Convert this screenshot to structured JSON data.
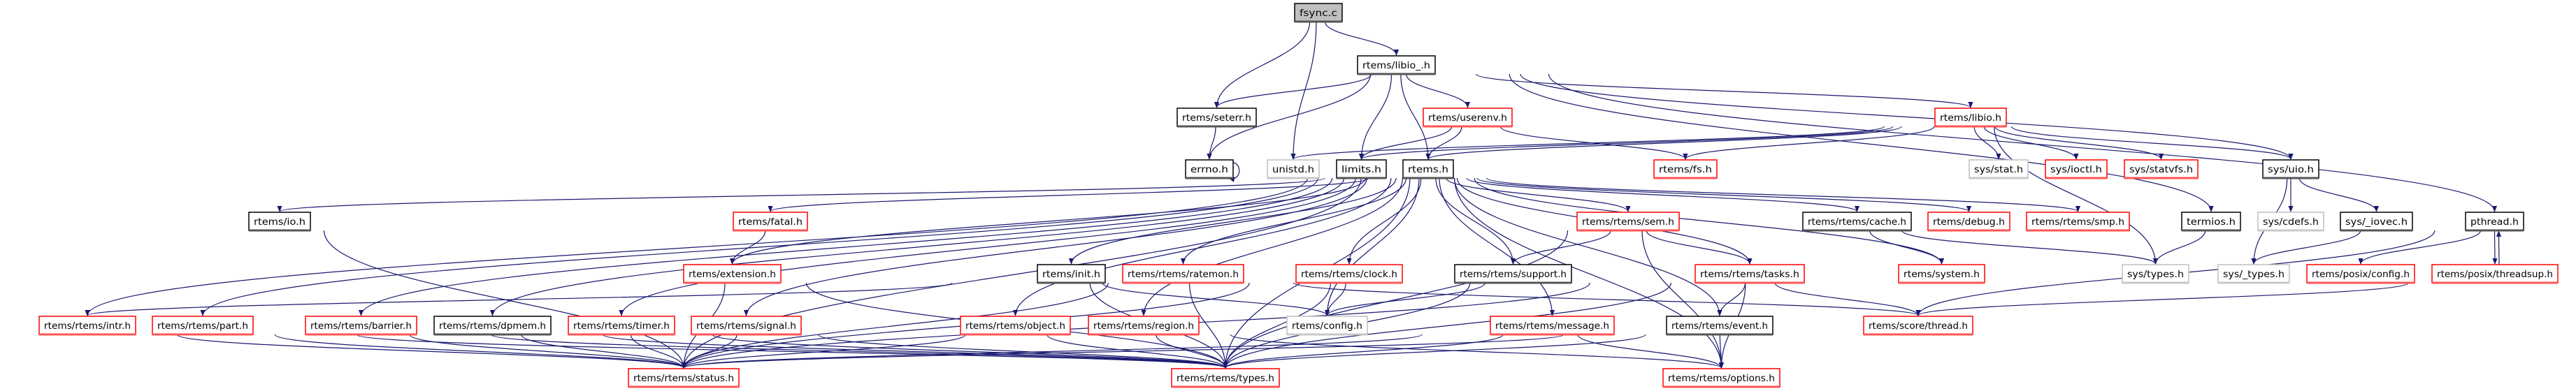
{
  "graph": {
    "colors": {
      "edge": "#191970",
      "root_fill": "#bfbfbf",
      "documented_border": "#000000",
      "incomplete_border": "#ff0000",
      "external_border": "#bfbfbf"
    },
    "nodes": [
      {
        "label": "fsync.c",
        "kind": "root"
      },
      {
        "label": "rtems/libio_.h",
        "kind": "documented"
      },
      {
        "label": "rtems/seterr.h",
        "kind": "documented"
      },
      {
        "label": "rtems/userenv.h",
        "kind": "incomplete"
      },
      {
        "label": "rtems/libio.h",
        "kind": "incomplete"
      },
      {
        "label": "errno.h",
        "kind": "documented"
      },
      {
        "label": "unistd.h",
        "kind": "external"
      },
      {
        "label": "limits.h",
        "kind": "documented"
      },
      {
        "label": "rtems.h",
        "kind": "documented"
      },
      {
        "label": "rtems/fs.h",
        "kind": "incomplete"
      },
      {
        "label": "sys/stat.h",
        "kind": "external"
      },
      {
        "label": "sys/ioctl.h",
        "kind": "incomplete"
      },
      {
        "label": "sys/statvfs.h",
        "kind": "incomplete"
      },
      {
        "label": "sys/uio.h",
        "kind": "documented"
      },
      {
        "label": "rtems/io.h",
        "kind": "documented"
      },
      {
        "label": "rtems/fatal.h",
        "kind": "incomplete"
      },
      {
        "label": "rtems/rtems/sem.h",
        "kind": "incomplete"
      },
      {
        "label": "rtems/rtems/cache.h",
        "kind": "documented"
      },
      {
        "label": "rtems/debug.h",
        "kind": "incomplete"
      },
      {
        "label": "rtems/rtems/smp.h",
        "kind": "incomplete"
      },
      {
        "label": "termios.h",
        "kind": "documented"
      },
      {
        "label": "sys/cdefs.h",
        "kind": "external"
      },
      {
        "label": "sys/_iovec.h",
        "kind": "documented"
      },
      {
        "label": "pthread.h",
        "kind": "documented"
      },
      {
        "label": "rtems/extension.h",
        "kind": "incomplete"
      },
      {
        "label": "rtems/init.h",
        "kind": "documented"
      },
      {
        "label": "rtems/rtems/ratemon.h",
        "kind": "incomplete"
      },
      {
        "label": "rtems/rtems/clock.h",
        "kind": "incomplete"
      },
      {
        "label": "rtems/rtems/support.h",
        "kind": "documented"
      },
      {
        "label": "rtems/rtems/tasks.h",
        "kind": "incomplete"
      },
      {
        "label": "rtems/system.h",
        "kind": "incomplete"
      },
      {
        "label": "sys/types.h",
        "kind": "external"
      },
      {
        "label": "sys/_types.h",
        "kind": "external"
      },
      {
        "label": "rtems/posix/config.h",
        "kind": "incomplete"
      },
      {
        "label": "rtems/posix/threadsup.h",
        "kind": "incomplete"
      },
      {
        "label": "rtems/rtems/intr.h",
        "kind": "incomplete"
      },
      {
        "label": "rtems/rtems/part.h",
        "kind": "incomplete"
      },
      {
        "label": "rtems/rtems/barrier.h",
        "kind": "incomplete"
      },
      {
        "label": "rtems/rtems/dpmem.h",
        "kind": "documented"
      },
      {
        "label": "rtems/rtems/timer.h",
        "kind": "incomplete"
      },
      {
        "label": "rtems/rtems/signal.h",
        "kind": "incomplete"
      },
      {
        "label": "rtems/rtems/object.h",
        "kind": "incomplete"
      },
      {
        "label": "rtems/rtems/region.h",
        "kind": "incomplete"
      },
      {
        "label": "rtems/config.h",
        "kind": "external"
      },
      {
        "label": "rtems/rtems/message.h",
        "kind": "incomplete"
      },
      {
        "label": "rtems/rtems/event.h",
        "kind": "documented"
      },
      {
        "label": "rtems/score/thread.h",
        "kind": "incomplete"
      },
      {
        "label": "rtems/rtems/status.h",
        "kind": "incomplete"
      },
      {
        "label": "rtems/rtems/types.h",
        "kind": "incomplete"
      },
      {
        "label": "rtems/rtems/options.h",
        "kind": "incomplete"
      }
    ],
    "edges": [
      [
        0,
        2
      ],
      [
        0,
        6
      ],
      [
        0,
        1
      ],
      [
        1,
        2
      ],
      [
        1,
        5
      ],
      [
        1,
        7
      ],
      [
        1,
        8
      ],
      [
        1,
        3
      ],
      [
        1,
        4
      ],
      [
        1,
        13
      ],
      [
        1,
        23
      ],
      [
        1,
        20
      ],
      [
        2,
        5
      ],
      [
        5,
        5
      ],
      [
        3,
        7
      ],
      [
        3,
        8
      ],
      [
        3,
        9
      ],
      [
        4,
        6
      ],
      [
        4,
        7
      ],
      [
        4,
        8
      ],
      [
        4,
        9
      ],
      [
        4,
        10
      ],
      [
        4,
        11
      ],
      [
        4,
        12
      ],
      [
        4,
        13
      ],
      [
        4,
        31
      ],
      [
        13,
        21
      ],
      [
        13,
        22
      ],
      [
        13,
        32
      ],
      [
        20,
        31
      ],
      [
        22,
        32
      ],
      [
        23,
        33
      ],
      [
        23,
        34
      ],
      [
        23,
        46
      ],
      [
        34,
        23
      ],
      [
        34,
        46
      ],
      [
        8,
        14
      ],
      [
        8,
        15
      ],
      [
        8,
        24
      ],
      [
        8,
        35
      ],
      [
        8,
        36
      ],
      [
        8,
        37
      ],
      [
        8,
        38
      ],
      [
        8,
        39
      ],
      [
        8,
        40
      ],
      [
        8,
        25
      ],
      [
        8,
        26
      ],
      [
        8,
        41
      ],
      [
        8,
        42
      ],
      [
        8,
        27
      ],
      [
        8,
        43
      ],
      [
        8,
        28
      ],
      [
        8,
        16
      ],
      [
        8,
        44
      ],
      [
        8,
        29
      ],
      [
        8,
        45
      ],
      [
        8,
        17
      ],
      [
        8,
        18
      ],
      [
        8,
        19
      ],
      [
        8,
        30
      ],
      [
        8,
        48
      ],
      [
        8,
        47
      ],
      [
        8,
        49
      ],
      [
        14,
        47
      ],
      [
        15,
        24
      ],
      [
        24,
        47
      ],
      [
        24,
        48
      ],
      [
        25,
        35
      ],
      [
        25,
        43
      ],
      [
        25,
        48
      ],
      [
        26,
        47
      ],
      [
        26,
        48
      ],
      [
        26,
        46
      ],
      [
        27,
        43
      ],
      [
        27,
        48
      ],
      [
        27,
        47
      ],
      [
        28,
        43
      ],
      [
        28,
        48
      ],
      [
        16,
        28
      ],
      [
        16,
        29
      ],
      [
        16,
        48
      ],
      [
        16,
        49
      ],
      [
        29,
        47
      ],
      [
        29,
        48
      ],
      [
        29,
        45
      ],
      [
        29,
        46
      ],
      [
        29,
        49
      ],
      [
        17,
        30
      ],
      [
        17,
        31
      ],
      [
        35,
        47
      ],
      [
        36,
        47
      ],
      [
        36,
        48
      ],
      [
        37,
        47
      ],
      [
        37,
        48
      ],
      [
        38,
        47
      ],
      [
        38,
        48
      ],
      [
        39,
        47
      ],
      [
        39,
        48
      ],
      [
        40,
        47
      ],
      [
        40,
        48
      ],
      [
        41,
        47
      ],
      [
        41,
        48
      ],
      [
        42,
        48
      ],
      [
        42,
        49
      ],
      [
        44,
        47
      ],
      [
        44,
        48
      ],
      [
        44,
        49
      ],
      [
        45,
        47
      ],
      [
        45,
        48
      ],
      [
        45,
        49
      ]
    ]
  }
}
